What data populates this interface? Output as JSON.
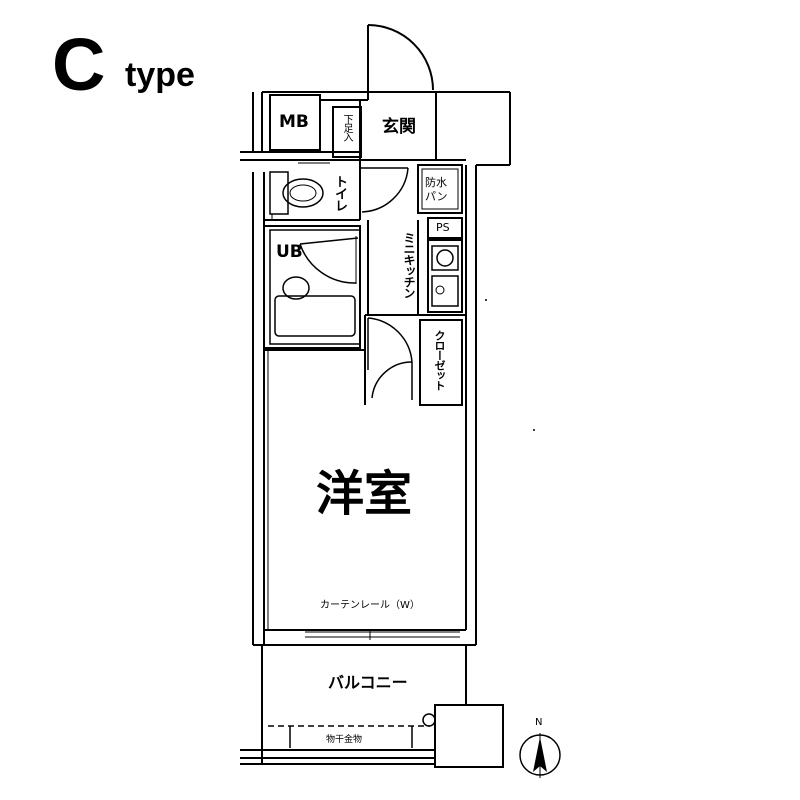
{
  "title": {
    "letter": "C",
    "suffix": "type"
  },
  "rooms": {
    "mb": "MB",
    "shoe_storage": "下足入",
    "entrance": "玄関",
    "toilet": "トイレ",
    "washer_pan": "防水パン",
    "ps": "PS",
    "unit_bath": "UB",
    "kitchen": "ミニキッチン",
    "closet": "クローゼット",
    "western_room": "洋室",
    "curtain_rail": "カーテンレール（W）",
    "balcony": "バルコニー",
    "laundry_pole": "物干金物"
  },
  "compass": {
    "north_label": "N"
  },
  "colors": {
    "line": "#000000",
    "background": "#ffffff"
  }
}
